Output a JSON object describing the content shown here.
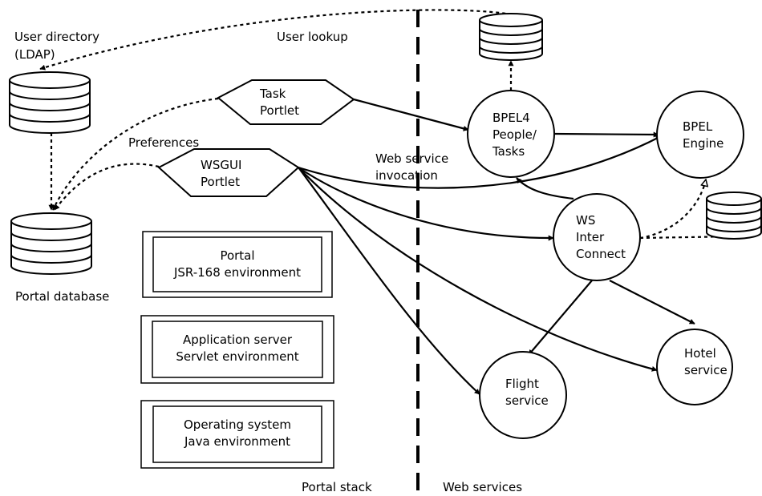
{
  "labels": {
    "user_directory_line1": "User directory",
    "user_directory_line2": "(LDAP)",
    "user_lookup": "User lookup",
    "preferences": "Preferences",
    "portal_database": "Portal database",
    "web_service_invocation_line1": "Web service",
    "web_service_invocation_line2": "invocation",
    "portal_stack": "Portal stack",
    "web_services": "Web services"
  },
  "portlets": {
    "task": [
      "Task",
      "Portlet"
    ],
    "wsgui": [
      "WSGUI",
      "Portlet"
    ]
  },
  "nodes": {
    "bpel4people": [
      "BPEL4",
      "People/",
      "Tasks"
    ],
    "bpel_engine": [
      "BPEL",
      "Engine"
    ],
    "ws_interconnect": [
      "WS",
      "Inter",
      "Connect"
    ],
    "flight": [
      "Flight",
      "service"
    ],
    "hotel": [
      "Hotel",
      "service"
    ]
  },
  "stack": {
    "portal": [
      "Portal",
      "JSR-168 environment"
    ],
    "appserver": [
      "Application server",
      "Servlet environment"
    ],
    "os": [
      "Operating system",
      "Java environment"
    ]
  }
}
